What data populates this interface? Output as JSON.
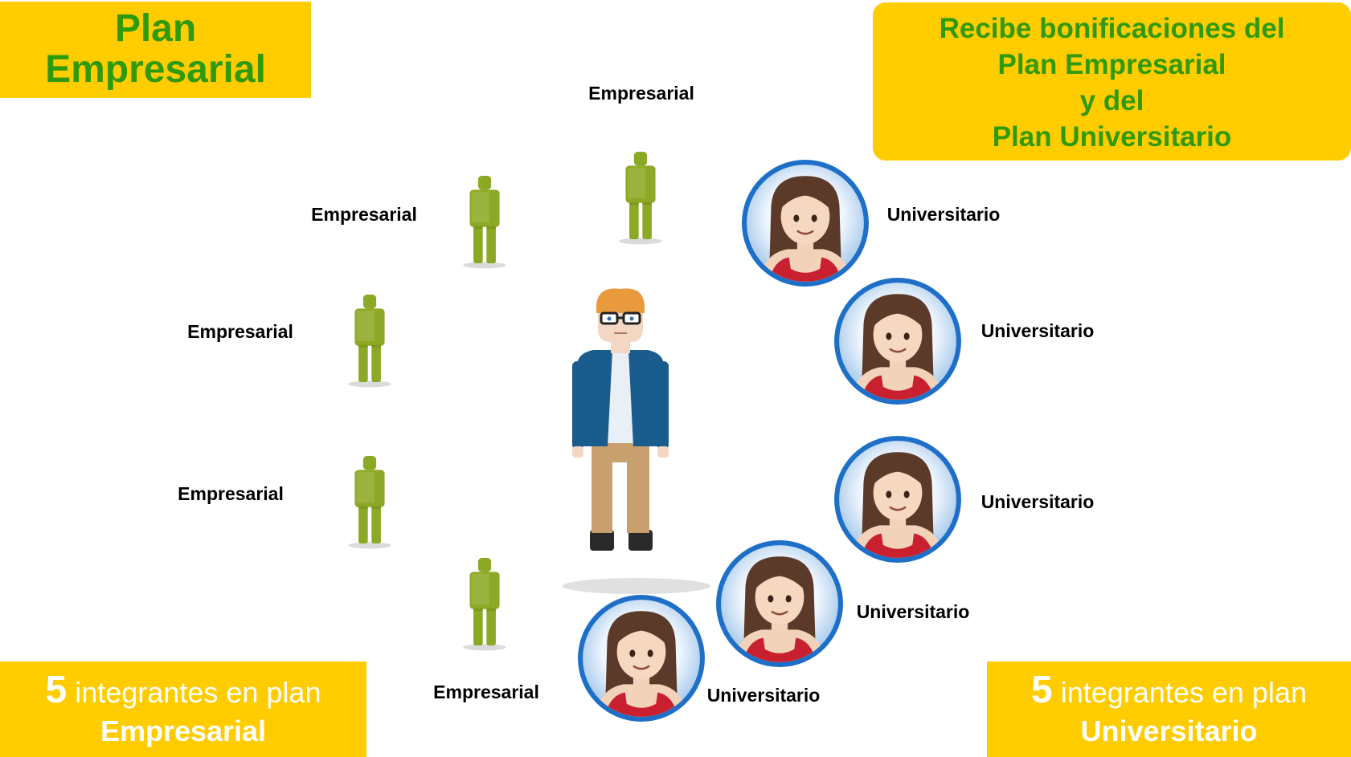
{
  "title": {
    "line1": "Plan",
    "line2": "Empresarial"
  },
  "bonus": {
    "line1": "Recibe bonificaciones del",
    "line2": "Plan Empresarial",
    "line3": "y del",
    "line4": "Plan Universitario"
  },
  "count_empresarial": {
    "number": "5",
    "text": "integrantes en plan",
    "plan": "Empresarial"
  },
  "count_universitario": {
    "number": "5",
    "text": "integrantes en plan",
    "plan": "Universitario"
  },
  "empresarial_labels": [
    "Empresarial",
    "Empresarial",
    "Empresarial",
    "Empresarial",
    "Empresarial"
  ],
  "universitario_labels": [
    "Universitario",
    "Universitario",
    "Universitario",
    "Universitario",
    "Universitario"
  ],
  "colors": {
    "box_yellow": "#FFCC00",
    "title_green": "#2E9A0C",
    "figure_green": "#8BA924",
    "avatar_ring": "#1E6FC8",
    "jacket_blue": "#1A5C8E",
    "pants_tan": "#C8A06E"
  }
}
